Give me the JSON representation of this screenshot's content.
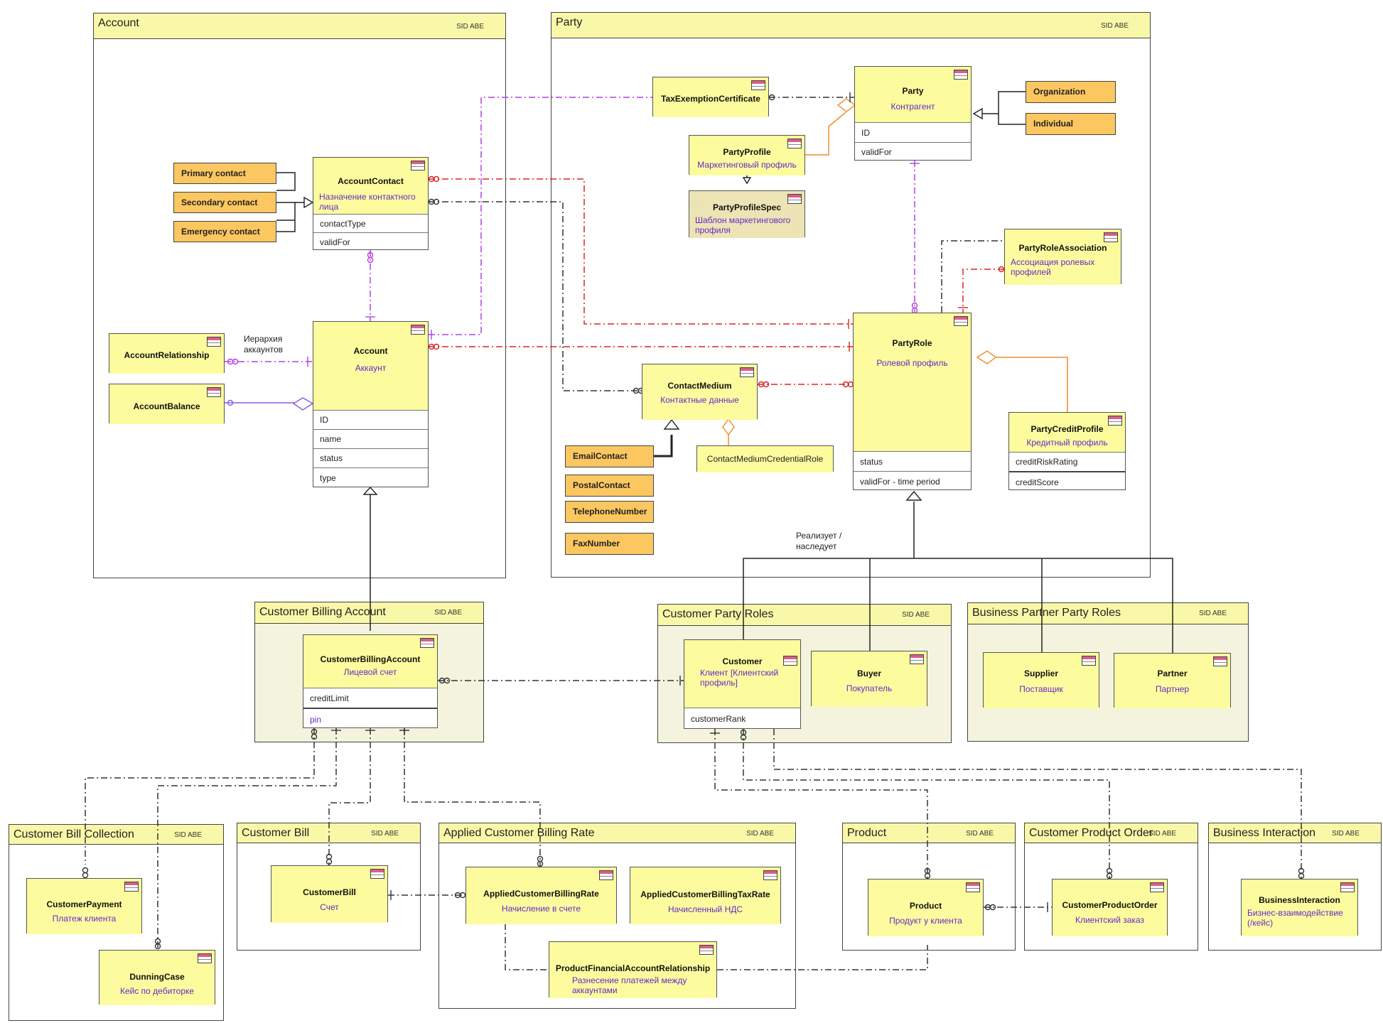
{
  "packages": {
    "account": {
      "title": "Account",
      "sid": "SID ABE"
    },
    "party": {
      "title": "Party",
      "sid": "SID ABE"
    },
    "customer_billing_account": {
      "title": "Customer Billing Account",
      "sid": "SID ABE"
    },
    "customer_party_roles": {
      "title": "Customer Party Roles",
      "sid": "SID ABE"
    },
    "business_partner_party_roles": {
      "title": "Business Partner Party Roles",
      "sid": "SID ABE"
    },
    "customer_bill_collection": {
      "title": "Customer Bill Collection",
      "sid": "SID ABE"
    },
    "customer_bill": {
      "title": "Customer Bill",
      "sid": "SID ABE"
    },
    "applied_customer_billing_rate": {
      "title": "Applied Customer Billing Rate",
      "sid": "SID ABE"
    },
    "product": {
      "title": "Product",
      "sid": "SID ABE"
    },
    "customer_product_order": {
      "title": "Customer Product Order",
      "sid": "SID ABE"
    },
    "business_interaction": {
      "title": "Business Interaction",
      "sid": "SID ABE"
    }
  },
  "entities": {
    "account_contact": {
      "name": "AccountContact",
      "ru1": "Назначение контактного",
      "ru2": "лица",
      "attrs": [
        "contactType",
        "validFor"
      ]
    },
    "account": {
      "name": "Account",
      "ru": "Аккаунт",
      "attrs": [
        "ID",
        "name",
        "status",
        "type"
      ]
    },
    "account_relationship": {
      "name": "AccountRelationship"
    },
    "account_balance": {
      "name": "AccountBalance"
    },
    "tax_exemption_certificate": {
      "name": "TaxExemptionCertificate"
    },
    "party": {
      "name": "Party",
      "ru": "Контрагент",
      "attrs": [
        "ID",
        "validFor"
      ]
    },
    "party_profile": {
      "name": "PartyProfile",
      "ru": "Маркетинговый профиль"
    },
    "party_profile_spec": {
      "name": "PartyProfileSpec",
      "ru1": "Шаблон маркетингового",
      "ru2": "профиля"
    },
    "party_role_association": {
      "name": "PartyRoleAssociation",
      "ru1": "Ассоциация ролевых",
      "ru2": "профилей"
    },
    "party_role": {
      "name": "PartyRole",
      "ru": "Ролевой профиль",
      "attrs": [
        "status",
        "validFor - time period"
      ]
    },
    "contact_medium": {
      "name": "ContactMedium",
      "ru": "Контактные данные"
    },
    "contact_medium_credential_role": {
      "name": "ContactMediumCredentialRole"
    },
    "party_credit_profile": {
      "name": "PartyCreditProfile",
      "ru": "Кредитный профиль",
      "attrs": [
        "creditRiskRating",
        "creditScore"
      ]
    },
    "customer_billing_account": {
      "name": "CustomerBillingAccount",
      "ru": "Лицевой счет",
      "attrs": [
        "creditLimit",
        "pin"
      ]
    },
    "customer": {
      "name": "Customer",
      "ru1": "Клиент [Клиентский",
      "ru2": "профиль]",
      "attrs": [
        "customerRank"
      ]
    },
    "buyer": {
      "name": "Buyer",
      "ru": "Покупатель"
    },
    "supplier": {
      "name": "Supplier",
      "ru": "Поставщик"
    },
    "partner": {
      "name": "Partner",
      "ru": "Партнер"
    },
    "customer_payment": {
      "name": "CustomerPayment",
      "ru": "Платеж клиента"
    },
    "dunning_case": {
      "name": "DunningCase",
      "ru": "Кейс по дебиторке"
    },
    "customer_bill": {
      "name": "CustomerBill",
      "ru": "Счет"
    },
    "applied_customer_billing_rate": {
      "name": "AppliedCustomerBillingRate",
      "ru": "Начисление в счете"
    },
    "applied_customer_billing_tax_rate": {
      "name": "AppliedCustomerBillingTaxRate",
      "ru": "Начисленный НДС"
    },
    "product_financial_account_relationship": {
      "name": "ProductFinancialAccountRelationship",
      "ru1": "Разнесение платежей между",
      "ru2": "аккаунтами"
    },
    "product": {
      "name": "Product",
      "ru": "Продукт у клиента"
    },
    "customer_product_order": {
      "name": "CustomerProductOrder",
      "ru": "Клиентский заказ"
    },
    "business_interaction": {
      "name": "BusinessInteraction",
      "ru1": "Бизнес-взаимодействие",
      "ru2": "(/кейс)"
    }
  },
  "subtypes": {
    "primary_contact": "Primary contact",
    "secondary_contact": "Secondary contact",
    "emergency_contact": "Emergency contact",
    "organization": "Organization",
    "individual": "Individual",
    "email_contact": "EmailContact",
    "postal_contact": "PostalContact",
    "telephone_number": "TelephoneNumber",
    "fax_number": "FaxNumber"
  },
  "notes": {
    "hierarchy_1": "Иерархия",
    "hierarchy_2": "аккаунтов",
    "implements_1": "Реализует /",
    "implements_2": "наследует"
  },
  "colors": {
    "package_header": "#f9f8a8",
    "package_tint": "#f4f3dd",
    "entity_header": "#fcfc9e",
    "subtype_fill": "#fcc760",
    "russian_text": "#6a28c8",
    "link_purple": "#b63de6",
    "link_red": "#dd2222",
    "link_dark": "#333333",
    "link_orange": "#f28a2a"
  }
}
